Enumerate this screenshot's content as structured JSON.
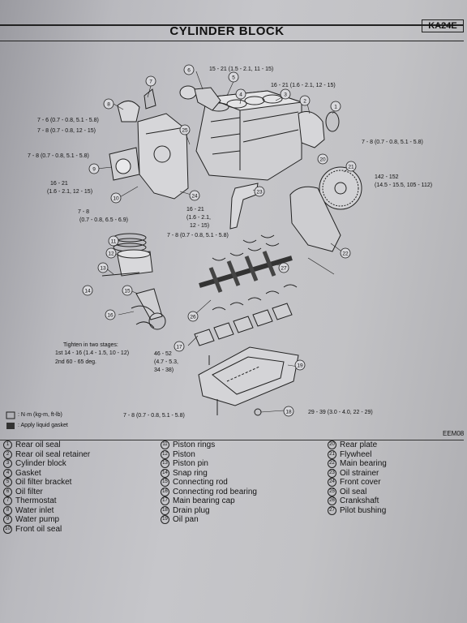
{
  "header": {
    "title": "CYLINDER BLOCK",
    "model": "KA24E"
  },
  "callouts": [
    {
      "id": "c1",
      "text": "15 - 21 (1.5 - 2.1, 11 - 15)"
    },
    {
      "id": "c2",
      "text": "16 - 21 (1.6 - 2.1, 12 - 15)"
    },
    {
      "id": "c3",
      "text": "7 - 6 (0.7 - 0.8, 5.1 - 5.8)"
    },
    {
      "id": "c4",
      "text": "7 - 8 (0.7 - 0.8, 12 - 15)"
    },
    {
      "id": "c5",
      "text": "7 - 8 (0.7 - 0.8, 5.1 - 5.8)"
    },
    {
      "id": "c6",
      "text": "7 - 8 (0.7 - 0.8, 5.1 - 5.8)"
    },
    {
      "id": "c7a",
      "text": "16 - 21"
    },
    {
      "id": "c7b",
      "text": "(1.6 - 2.1, 12 - 15)"
    },
    {
      "id": "c8a",
      "text": "142 - 152"
    },
    {
      "id": "c8b",
      "text": "(14.5 - 15.5, 105 - 112)"
    },
    {
      "id": "c9a",
      "text": "7 - 8"
    },
    {
      "id": "c9b",
      "text": "(0.7 - 0.8, 6.5 - 6.9)"
    },
    {
      "id": "c10a",
      "text": "16 - 21"
    },
    {
      "id": "c10b",
      "text": "(1.6 - 2.1,"
    },
    {
      "id": "c10c",
      "text": "12 - 15)"
    },
    {
      "id": "c11",
      "text": "7 - 8 (0.7 - 0.8, 5.1 - 5.8)"
    },
    {
      "id": "c12a",
      "text": "Tighten in two stages:"
    },
    {
      "id": "c12b",
      "text": "1st 14 - 16 (1.4 - 1.5, 10 - 12)"
    },
    {
      "id": "c12c",
      "text": "2nd 60 - 65 deg."
    },
    {
      "id": "c13a",
      "text": "46 - 52"
    },
    {
      "id": "c13b",
      "text": "(4.7 - 5.3,"
    },
    {
      "id": "c13c",
      "text": "34 - 38)"
    },
    {
      "id": "c14",
      "text": "7 - 8 (0.7 - 0.8, 5.1 - 5.8)"
    },
    {
      "id": "c15",
      "text": "29 - 39 (3.0 - 4.0, 22 - 29)"
    }
  ],
  "key_notes": [
    ": N·m (kg-m, ft-lb)",
    ": Apply liquid gasket"
  ],
  "diagram_code": "EEM08",
  "legend": [
    {
      "n": "1",
      "name": "Rear oil seal"
    },
    {
      "n": "2",
      "name": "Rear oil seal retainer"
    },
    {
      "n": "3",
      "name": "Cylinder block"
    },
    {
      "n": "4",
      "name": "Gasket"
    },
    {
      "n": "5",
      "name": "Oil filter bracket"
    },
    {
      "n": "6",
      "name": "Oil filter"
    },
    {
      "n": "7",
      "name": "Thermostat"
    },
    {
      "n": "8",
      "name": "Water inlet"
    },
    {
      "n": "9",
      "name": "Water pump"
    },
    {
      "n": "10",
      "name": "Front oil seal"
    },
    {
      "n": "11",
      "name": "Piston rings"
    },
    {
      "n": "12",
      "name": "Piston"
    },
    {
      "n": "13",
      "name": "Piston pin"
    },
    {
      "n": "14",
      "name": "Snap ring"
    },
    {
      "n": "15",
      "name": "Connecting rod"
    },
    {
      "n": "16",
      "name": "Connecting rod bearing"
    },
    {
      "n": "17",
      "name": "Main bearing cap"
    },
    {
      "n": "18",
      "name": "Drain plug"
    },
    {
      "n": "19",
      "name": "Oil pan"
    },
    {
      "n": "20",
      "name": "Rear plate"
    },
    {
      "n": "21",
      "name": "Flywheel"
    },
    {
      "n": "22",
      "name": "Main bearing"
    },
    {
      "n": "23",
      "name": "Oil strainer"
    },
    {
      "n": "24",
      "name": "Front cover"
    },
    {
      "n": "25",
      "name": "Oil seal"
    },
    {
      "n": "26",
      "name": "Crankshaft"
    },
    {
      "n": "27",
      "name": "Pilot bushing"
    }
  ],
  "part_numbers": [
    "6",
    "5",
    "4",
    "3",
    "7",
    "8",
    "2",
    "1",
    "25",
    "9",
    "10",
    "24",
    "21",
    "23",
    "11",
    "12",
    "13",
    "14",
    "15",
    "16",
    "17",
    "18",
    "19",
    "20",
    "22",
    "26",
    "27"
  ]
}
